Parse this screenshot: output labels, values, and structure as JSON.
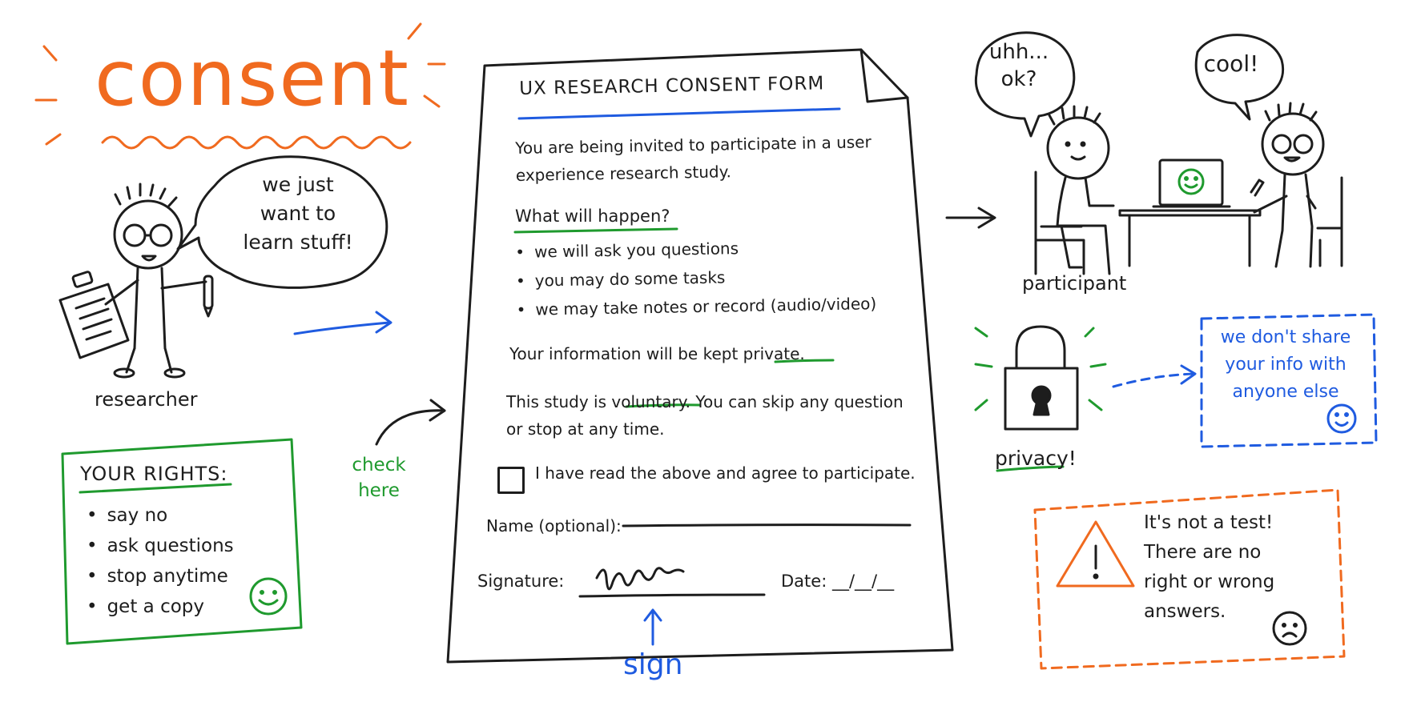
{
  "title": "consent",
  "researcher": {
    "speech": [
      "we just",
      "want to",
      "learn stuff!"
    ],
    "label": "researcher"
  },
  "rights": {
    "title": "YOUR RIGHTS:",
    "items": [
      "say no",
      "ask questions",
      "stop anytime",
      "get a copy"
    ]
  },
  "check_hint": [
    "check",
    "here"
  ],
  "form": {
    "title": "UX RESEARCH CONSENT FORM",
    "intro": "You are being invited to participate in a user experience research study.",
    "section_title": "What will happen?",
    "items": [
      "we will ask you questions",
      "you may do some tasks",
      "we may take notes or record (audio/video)"
    ],
    "private_prefix": "Your information will be kept ",
    "private_word": "private.",
    "voluntary_prefix": "This study is ",
    "voluntary_word": "voluntary.",
    "voluntary_suffix": " You can skip any question or stop at any time.",
    "checkbox_label": "I have read the above and agree to participate.",
    "name_label": "Name (optional):",
    "signature_label": "Signature:",
    "date_label": "Date:",
    "date_value": "__/__/__"
  },
  "sign_hint": "sign",
  "participant": {
    "speech": [
      "uhh...",
      "ok?"
    ],
    "label": "participant",
    "researcher_speech": "cool!"
  },
  "privacy": {
    "label": "privacy!",
    "note": [
      "we don't share",
      "your info with",
      "anyone else"
    ]
  },
  "not_test_note": [
    "It's not a test!",
    "There are no",
    "right or wrong",
    "answers."
  ],
  "colors": {
    "orange": "#f06a1f",
    "blue": "#1f5be0",
    "green": "#1f9a2e",
    "ink": "#1d1d1d"
  }
}
